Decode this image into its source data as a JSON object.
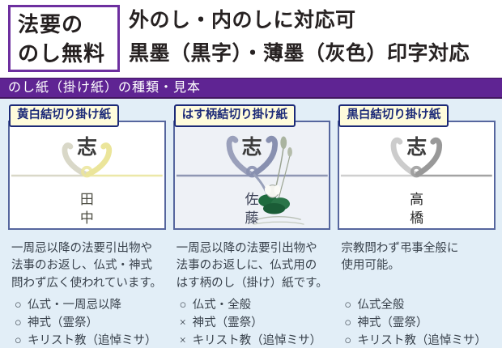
{
  "colors": {
    "purple_bar": "#5f2493",
    "badge_border": "#6d2f9f",
    "section_bg": "#e2eef7",
    "label_bg": "#fffcdc",
    "label_navy": "#1c2a78"
  },
  "header": {
    "badge": {
      "line1": "法要の",
      "line2": "のし無料"
    },
    "title_line1": "外のし・内のしに対応可",
    "title_line2": "黒墨（黒字）・薄墨（灰色）印字対応"
  },
  "section_bar": {
    "title": "のし紙（掛け紙）の種類・見本"
  },
  "columns": [
    {
      "label": "黄白結切り掛け紙",
      "sample": {
        "kanji_top": "志",
        "name_top": "田",
        "name_bottom": "中",
        "strand_left": "#d9d8c8",
        "strand_right": "#ebe59a",
        "line_left": "#d9d8c8",
        "line_right": "#ece8a8"
      },
      "description_lines": [
        "一周忌以降の法要引出物や",
        "法事のお返し、仏式・神式",
        "問わず広く使われています。"
      ],
      "list": [
        {
          "mark": "○",
          "text": "仏式・一周忌以降"
        },
        {
          "mark": "○",
          "text": "神式（霊祭）"
        },
        {
          "mark": "○",
          "text": "キリスト教（追悼ミサ）"
        }
      ]
    },
    {
      "label": "はす柄結切り掛け紙",
      "sample": {
        "kanji_top": "志",
        "name_top": "佐",
        "name_bottom": "藤",
        "strand_left": "#9aa0bb",
        "strand_right": "#8890b0",
        "line_left": "#8f97b3",
        "line_right": "#8f97b3",
        "lotus_leaf_green": "#1e6b3e"
      },
      "description_lines": [
        "一周忌以降の法要引出物や",
        "法事のお返しに、仏式用の",
        "はす柄のし（掛け）紙です。"
      ],
      "list": [
        {
          "mark": "○",
          "text": "仏式・全般"
        },
        {
          "mark": "×",
          "text": "神式（霊祭）"
        },
        {
          "mark": "×",
          "text": "キリスト教（追悼ミサ）"
        }
      ]
    },
    {
      "label": "黒白結切り掛け紙",
      "sample": {
        "kanji_top": "志",
        "name_top": "高",
        "name_bottom": "橋",
        "strand_left": "#cccccc",
        "strand_right": "#999999",
        "line_left": "#cfcfcf",
        "line_right": "#a3a3a3"
      },
      "description_lines": [
        "宗教問わず弔事全般に",
        "使用可能。"
      ],
      "list": [
        {
          "mark": "○",
          "text": "仏式全般"
        },
        {
          "mark": "○",
          "text": "神式（霊祭）"
        },
        {
          "mark": "○",
          "text": "キリスト教（追悼ミサ）"
        }
      ]
    }
  ]
}
